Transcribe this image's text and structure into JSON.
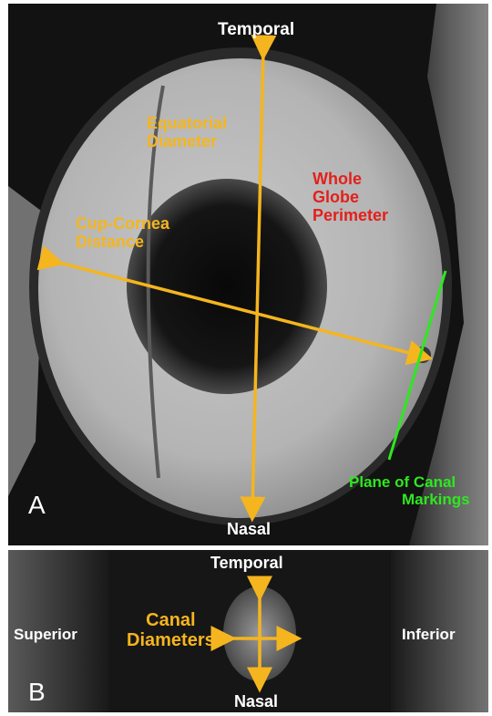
{
  "colors": {
    "annotation_orange": "#f5b51e",
    "perimeter_red": "#e3201b",
    "canal_plane_green": "#2ee81f",
    "direction_white": "#ffffff"
  },
  "panel_a": {
    "letter": "A",
    "top_label": "Temporal",
    "bottom_label": "Nasal",
    "equatorial_line1": "Equatorial",
    "equatorial_line2": "Diameter",
    "cup_line1": "Cup-Cornea",
    "cup_line2": "Distance",
    "globe_line1": "Whole",
    "globe_line2": "Globe",
    "globe_line3": "Perimeter",
    "plane_line1": "Plane of Canal",
    "plane_line2": "Markings"
  },
  "panel_b": {
    "letter": "B",
    "top_label": "Temporal",
    "bottom_label": "Nasal",
    "left_label": "Superior",
    "right_label": "Inferior",
    "canal_line1": "Canal",
    "canal_line2": "Diameters"
  }
}
